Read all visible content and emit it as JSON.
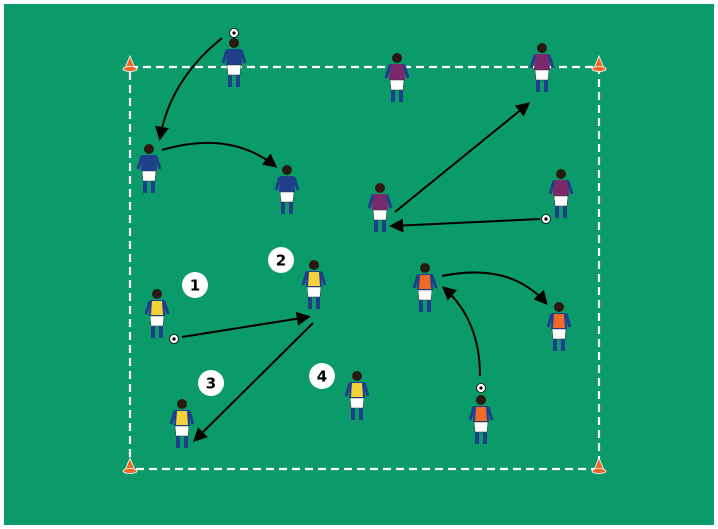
{
  "colors": {
    "pitch": "#0b9a6a",
    "border": "#ffffff",
    "blue_team": "#1f3f8a",
    "purple_team": "#7a2a6a",
    "yellow_bib": "#f1d23a",
    "orange_bib": "#ef6a2a",
    "shorts": "#ffffff",
    "socks": "#1f3f8a",
    "arrow": "#000000",
    "cone": "#ef6a2a"
  },
  "labels": [
    "1",
    "2",
    "3",
    "4"
  ],
  "icons": [
    "cone-icon",
    "ball-icon",
    "player-icon",
    "arrow-icon"
  ]
}
